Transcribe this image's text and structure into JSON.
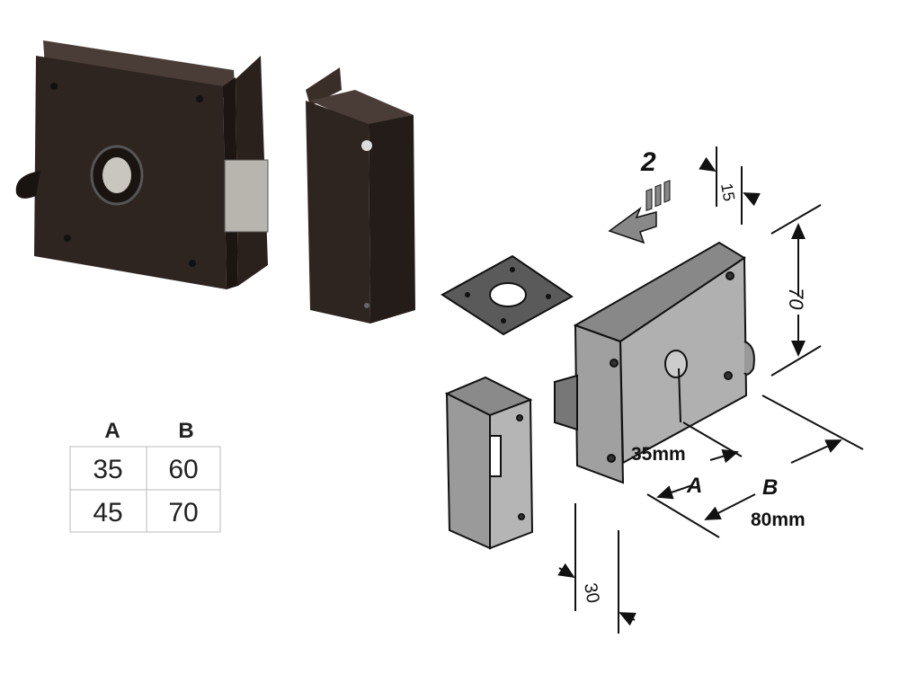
{
  "size_table": {
    "headers": [
      "A",
      "B"
    ],
    "rows": [
      [
        "35",
        "60"
      ],
      [
        "45",
        "70"
      ]
    ]
  },
  "dimensions": {
    "step_number": "2",
    "strike_thickness": "15",
    "height": "70",
    "backset_label": "35mm",
    "a_label": "A",
    "b_label": "B",
    "width_label": "80mm",
    "keeper_width": "30"
  },
  "colors": {
    "lock_body_dark": "#2e2420",
    "lock_body_grey": "#a8a8a8",
    "line": "#111111"
  }
}
